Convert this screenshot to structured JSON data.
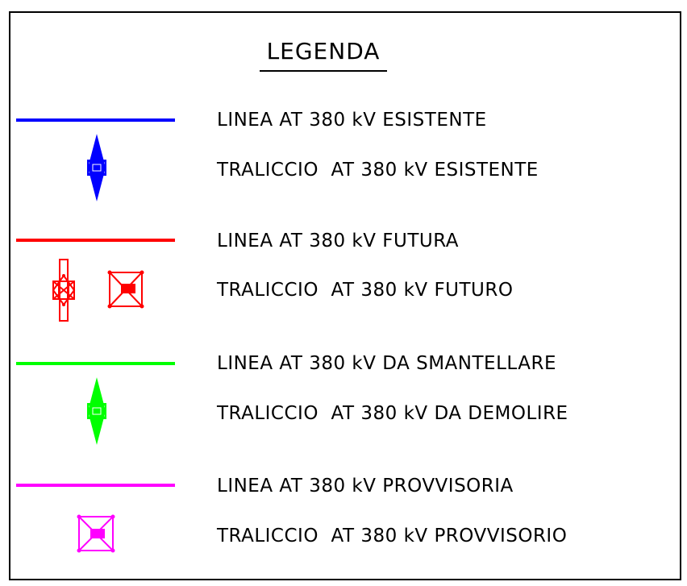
{
  "legend": {
    "title": "LEGENDA",
    "groups": [
      {
        "color": "#0000ff",
        "line_label": "LINEA AT 380 kV ESISTENTE",
        "tower_label": "TRALICCIO  AT 380 kV ESISTENTE",
        "tower_icon": "diamond-tower-icon"
      },
      {
        "color": "#ff0000",
        "line_label": "LINEA AT 380 kV FUTURA",
        "tower_label": "TRALICCIO  AT 380 kV FUTURO",
        "tower_icon": "tower-pair-icon"
      },
      {
        "color": "#00ff00",
        "line_label": "LINEA AT 380 kV DA SMANTELLARE",
        "tower_label": "TRALICCIO  AT 380 kV DA DEMOLIRE",
        "tower_icon": "diamond-tower-icon"
      },
      {
        "color": "#ff00ff",
        "line_label": "LINEA AT 380 kV PROVVISORIA",
        "tower_label": "TRALICCIO  AT 380 kV PROVVISORIO",
        "tower_icon": "square-tower-icon"
      }
    ]
  }
}
